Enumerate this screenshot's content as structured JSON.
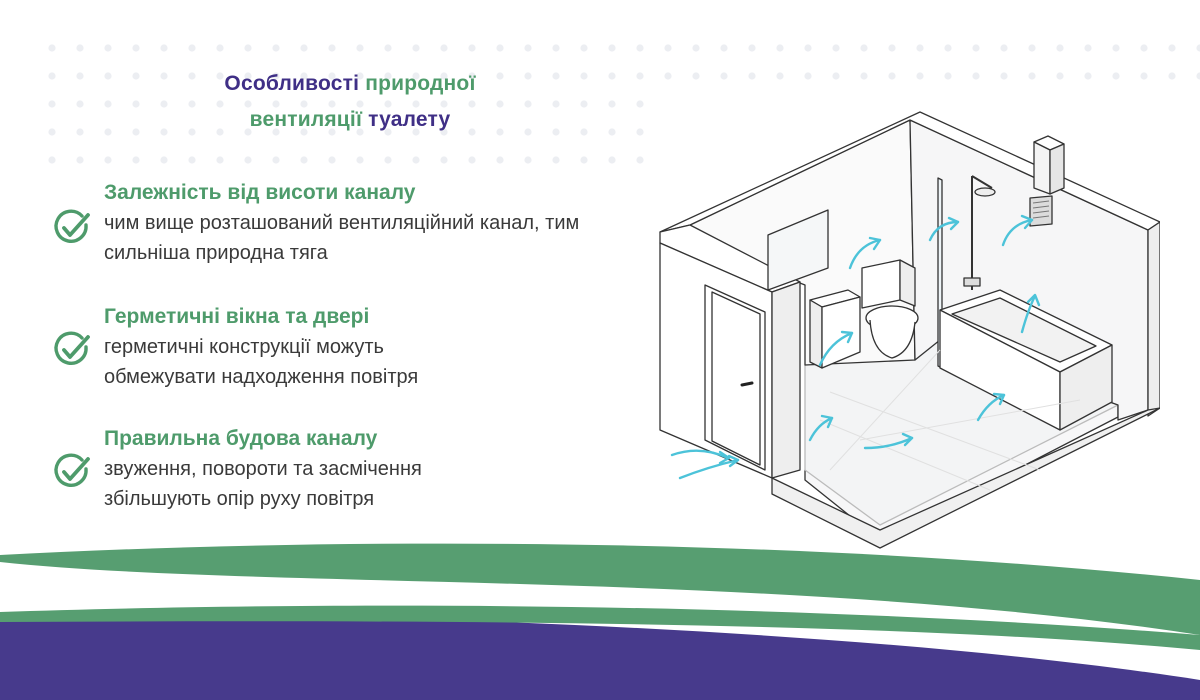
{
  "title": {
    "part1": "Особливості",
    "part2": "природної",
    "part3": "вентиляції",
    "part4": "туалету"
  },
  "features": [
    {
      "heading": "Залежність від висоти каналу",
      "description": "чим вище розташований вентиляційний канал, тим сильніша природна тяга",
      "icon": "check-circle-icon"
    },
    {
      "heading": "Герметичні вікна та двері",
      "description": "герметичні конструкції можуть обмежувати надходження повітря",
      "icon": "check-circle-icon"
    },
    {
      "heading": "Правильна будова каналу",
      "description": "звуження, повороти та засмічення збільшують опір руху повітря",
      "icon": "check-circle-icon"
    }
  ],
  "colors": {
    "purple": "#3f2f86",
    "green": "#4e9b6b",
    "airflow": "#4cc3d9"
  }
}
